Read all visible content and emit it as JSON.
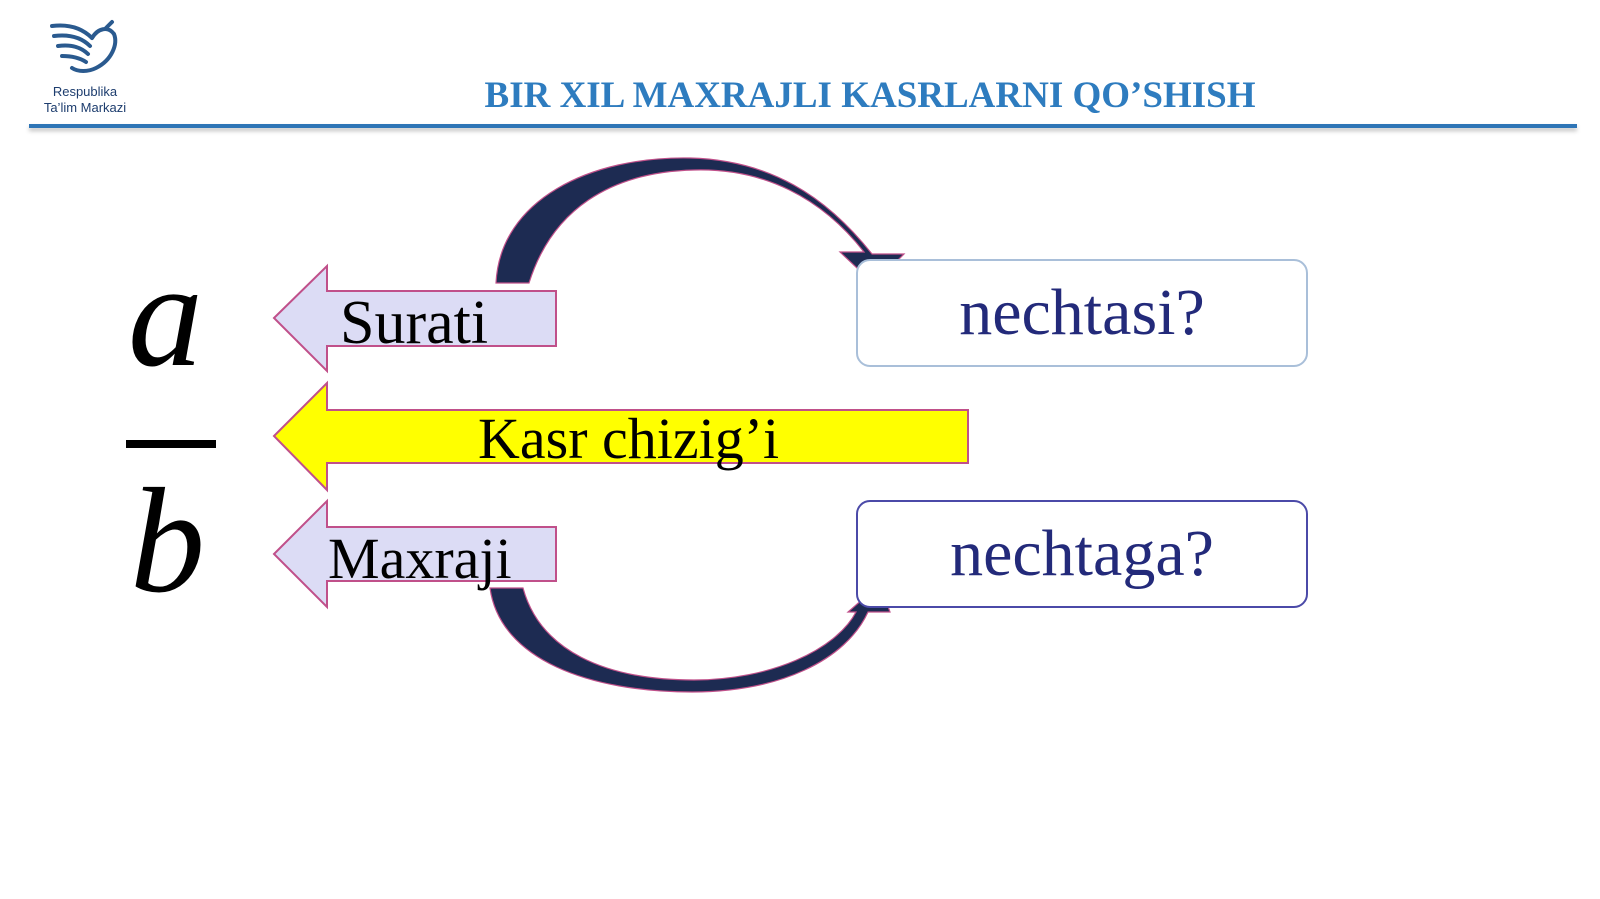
{
  "header": {
    "logo_line1": "Respublika",
    "logo_line2": "Ta’lim Markazi",
    "title": "BIR XIL MAXRAJLI KASRLARNI QO’SHISH"
  },
  "fraction": {
    "numerator": "a",
    "denominator": "b"
  },
  "arrows": {
    "numerator_label": "Surati",
    "line_label": "Kasr chizig’i",
    "denominator_label": "Maxraji"
  },
  "questions": {
    "top": "nechtasi?",
    "bottom": "nechtaga?"
  },
  "colors": {
    "title": "#2e7cbf",
    "rule": "#2e75b6",
    "arrow_fill_light": "#dcdcf5",
    "arrow_fill_yellow": "#ffff00",
    "arrow_stroke": "#c0508a",
    "curved_arrow": "#1d2b52",
    "question_text": "#232a7a"
  }
}
